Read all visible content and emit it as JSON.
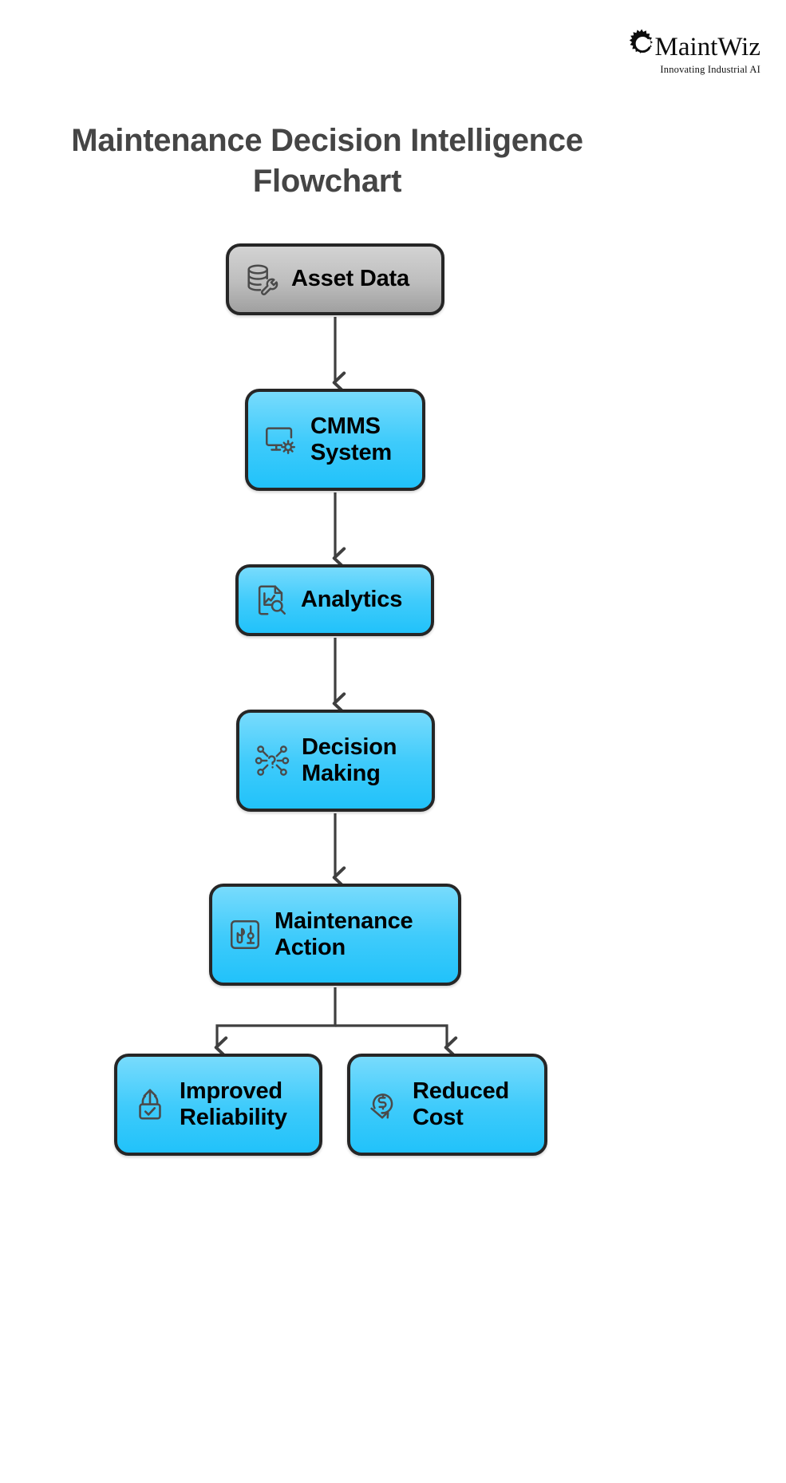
{
  "brand": {
    "name": "MaintWiz",
    "tagline": "Innovating Industrial AI",
    "mark_icon": "gear-c-icon"
  },
  "title": "Maintenance Decision Intelligence Flowchart",
  "colors": {
    "node_fill_top": "#78dbfc",
    "node_fill_bottom": "#21c2fa",
    "node_fill_gray_top": "#d3d3d3",
    "node_fill_gray_bottom": "#a0a0a0",
    "node_border": "#262626",
    "connector": "#3f3f3f",
    "title_text": "#454545",
    "label_text": "#000000",
    "background": "#ffffff"
  },
  "chart_data": {
    "type": "diagram",
    "title": "Maintenance Decision Intelligence Flowchart",
    "orientation": "top-to-bottom",
    "nodes": [
      {
        "id": "asset-data",
        "label": "Asset Data",
        "icon": "database-wrench-icon",
        "style": "gray"
      },
      {
        "id": "cmms-system",
        "label": "CMMS\nSystem",
        "icon": "monitor-gear-icon",
        "style": "blue"
      },
      {
        "id": "analytics",
        "label": "Analytics",
        "icon": "document-chart-search-icon",
        "style": "blue"
      },
      {
        "id": "decision-making",
        "label": "Decision\nMaking",
        "icon": "decision-network-icon",
        "style": "blue"
      },
      {
        "id": "maintenance-action",
        "label": "Maintenance\nAction",
        "icon": "toolbox-wrench-icon",
        "style": "blue"
      },
      {
        "id": "improved-reliability",
        "label": "Improved\nReliability",
        "icon": "shield-arrow-up-icon",
        "style": "blue"
      },
      {
        "id": "reduced-cost",
        "label": "Reduced\nCost",
        "icon": "dollar-arrow-down-icon",
        "style": "blue"
      }
    ],
    "edges": [
      {
        "from": "asset-data",
        "to": "cmms-system",
        "type": "arrow"
      },
      {
        "from": "cmms-system",
        "to": "analytics",
        "type": "arrow"
      },
      {
        "from": "analytics",
        "to": "decision-making",
        "type": "arrow"
      },
      {
        "from": "decision-making",
        "to": "maintenance-action",
        "type": "arrow"
      },
      {
        "from": "maintenance-action",
        "to": "improved-reliability",
        "type": "branch-arrow"
      },
      {
        "from": "maintenance-action",
        "to": "reduced-cost",
        "type": "branch-arrow"
      }
    ]
  }
}
